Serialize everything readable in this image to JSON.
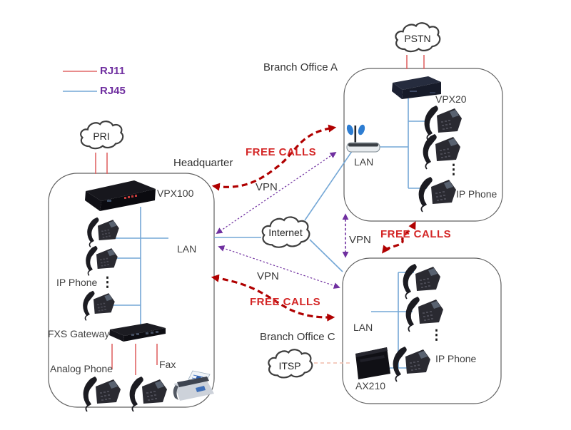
{
  "legend": {
    "rj11_label": "RJ11",
    "rj45_label": "RJ45"
  },
  "clouds": {
    "pri": "PRI",
    "pstn": "PSTN",
    "internet": "Internet",
    "itsp": "ITSP"
  },
  "headquarter": {
    "title": "Headquarter",
    "pbx_label": "VPX100",
    "lan_label": "LAN",
    "ip_phone_label": "IP Phone",
    "more_phones": "⋮",
    "fxs_gateway_label": "FXS Gateway",
    "analog_phone_label": "Analog Phone",
    "fax_label": "Fax"
  },
  "branch_office_a": {
    "title": "Branch Office A",
    "pbx_label": "VPX20",
    "lan_label": "LAN",
    "ip_phone_label": "IP Phone",
    "more_phones": "⋮"
  },
  "branch_office_c": {
    "title": "Branch Office C",
    "gateway_label": "AX210",
    "lan_label": "LAN",
    "ip_phone_label": "IP Phone",
    "more_phones": "⋮"
  },
  "links": {
    "vpn_label": "VPN",
    "free_calls_label": "FREE CALLS"
  },
  "colors": {
    "rj11_line": "#e06666",
    "rj45_line": "#74a7d6",
    "vpn_purple": "#7030a0",
    "free_calls_text": "#d42626",
    "free_calls_line": "#b00000",
    "itsp_link": "#f1bcab",
    "box_border": "#606060",
    "label_text": "#3f3f3f"
  }
}
